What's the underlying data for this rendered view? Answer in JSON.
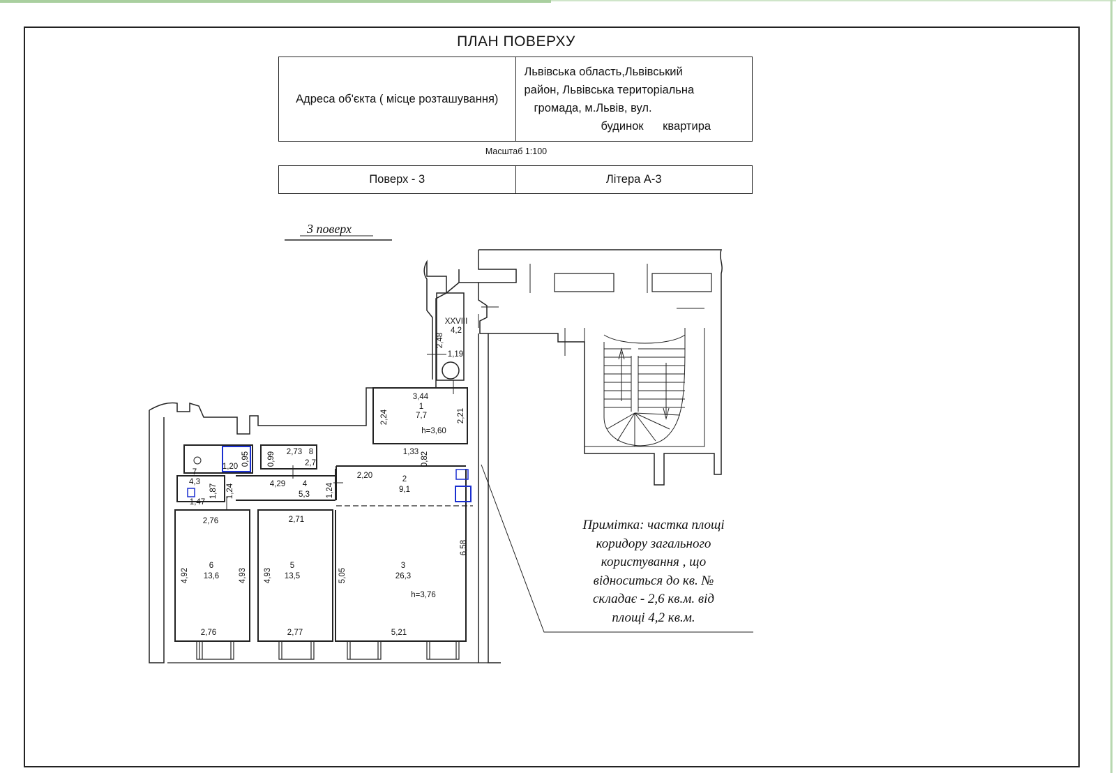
{
  "title": "ПЛАН ПОВЕРХУ",
  "address_label": "Адреса об'єкта ( місце розташування)",
  "address_value": [
    "Львівська область,Львівський",
    "район, Львівська територіальна",
    "громада,  м.Львів, вул.",
    "будинок      квартира"
  ],
  "scale": "Масштаб 1:100",
  "floor": "Поверх - 3",
  "letter": "Літера А-3",
  "floor_label": "3 поверх",
  "note": [
    "Примітка: частка площі",
    "коридору загального",
    "користування , що",
    "відноситься до кв. №",
    "складає  - 2,6 кв.м. від",
    "площі 4,2 кв.м."
  ],
  "rooms": {
    "r1": {
      "num": "1",
      "area": "7,7",
      "height": "h=3,60"
    },
    "r2": {
      "num": "2",
      "area": "9,1"
    },
    "r3": {
      "num": "3",
      "area": "26,3",
      "height": "h=3,76"
    },
    "r4": {
      "num": "4",
      "area": "5,3"
    },
    "r5": {
      "num": "5",
      "area": "13,5"
    },
    "r6": {
      "num": "6",
      "area": "13,6"
    },
    "r7": {
      "num": "7",
      "area": "4,3"
    },
    "r8": {
      "num": "8",
      "area": "2,7"
    },
    "rxxviii": {
      "num": "XXVIII",
      "area": "4,2"
    }
  },
  "dims": {
    "d344": "3,44",
    "d224": "2,24",
    "d221": "2,21",
    "d133": "1,33",
    "d082": "0,82",
    "d248": "2,48",
    "d119": "1,19",
    "d099": "0,99",
    "d273": "2,73",
    "d095": "0,95",
    "d120": "1,20",
    "d220": "2,20",
    "d429": "4,29",
    "d124a": "1,24",
    "d124b": "1,24",
    "d187": "1,87",
    "d147": "1,47",
    "d276a": "2,76",
    "d271": "2,71",
    "d492": "4,92",
    "d493a": "4,93",
    "d493b": "4,93",
    "d505": "5,05",
    "d658": "6,58",
    "d276b": "2,76",
    "d277": "2,77",
    "d521": "5,21"
  }
}
